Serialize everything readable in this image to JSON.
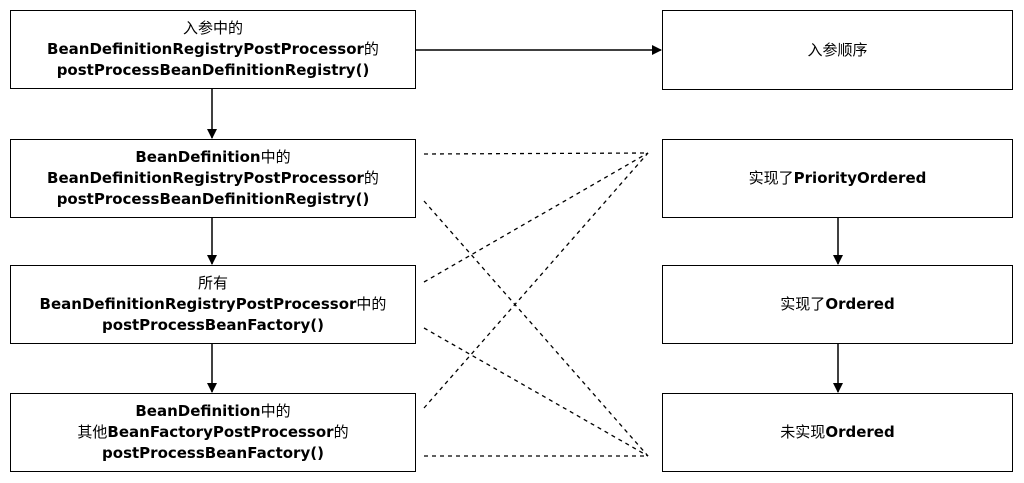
{
  "left_boxes": [
    {
      "lines": [
        [
          {
            "t": "入参中的",
            "b": false
          }
        ],
        [
          {
            "t": "BeanDefinitionRegistryPostProcessor",
            "b": true
          },
          {
            "t": "的",
            "b": false
          }
        ],
        [
          {
            "t": "postProcessBeanDefinitionRegistry()",
            "b": true
          }
        ]
      ]
    },
    {
      "lines": [
        [
          {
            "t": "BeanDefinition",
            "b": true
          },
          {
            "t": "中的",
            "b": false
          }
        ],
        [
          {
            "t": "BeanDefinitionRegistryPostProcessor",
            "b": true
          },
          {
            "t": "的",
            "b": false
          }
        ],
        [
          {
            "t": "postProcessBeanDefinitionRegistry()",
            "b": true
          }
        ]
      ]
    },
    {
      "lines": [
        [
          {
            "t": "所有",
            "b": false
          }
        ],
        [
          {
            "t": "BeanDefinitionRegistryPostProcessor",
            "b": true
          },
          {
            "t": "中的",
            "b": false
          }
        ],
        [
          {
            "t": "postProcessBeanFactory()",
            "b": true
          }
        ]
      ]
    },
    {
      "lines": [
        [
          {
            "t": "BeanDefinition",
            "b": true
          },
          {
            "t": "中的",
            "b": false
          }
        ],
        [
          {
            "t": "其他",
            "b": false
          },
          {
            "t": "BeanFactoryPostProcessor",
            "b": true
          },
          {
            "t": "的",
            "b": false
          }
        ],
        [
          {
            "t": "postProcessBeanFactory()",
            "b": true
          }
        ]
      ]
    }
  ],
  "right_boxes": [
    {
      "lines": [
        [
          {
            "t": "入参顺序",
            "b": false
          }
        ]
      ]
    },
    {
      "lines": [
        [
          {
            "t": "实现了",
            "b": false
          },
          {
            "t": "PriorityOrdered",
            "b": true
          }
        ]
      ]
    },
    {
      "lines": [
        [
          {
            "t": "实现了",
            "b": false
          },
          {
            "t": "Ordered",
            "b": true
          }
        ]
      ]
    },
    {
      "lines": [
        [
          {
            "t": "未实现",
            "b": false
          },
          {
            "t": "Ordered",
            "b": true
          }
        ]
      ]
    }
  ]
}
